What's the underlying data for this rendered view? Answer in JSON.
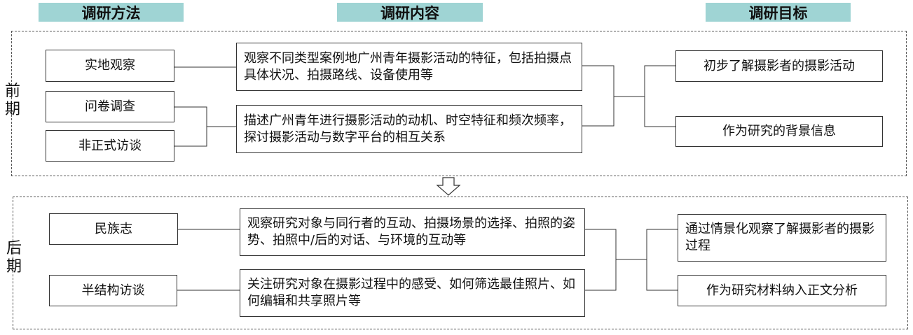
{
  "headers": {
    "method": "调研方法",
    "content": "调研内容",
    "goal": "调研目标"
  },
  "early": {
    "label": "前期",
    "methods": [
      "实地观察",
      "问卷调查",
      "非正式访谈"
    ],
    "contents": [
      "观察不同类型案例地广州青年摄影活动的特征，包括拍摄点具体状况、拍摄路线、设备使用等",
      "描述广州青年进行摄影活动的动机、时空特征和频次频率，探讨摄影活动与数字平台的相互关系"
    ],
    "goals": [
      "初步了解摄影者的摄影活动",
      "作为研究的背景信息"
    ]
  },
  "late": {
    "label": "后期",
    "methods": [
      "民族志",
      "半结构访谈"
    ],
    "contents": [
      "观察研究对象与同行者的互动、拍摄场景的选择、拍照的姿势、拍照中/后的对话、与环境的互动等",
      "关注研究对象在摄影过程中的感受、如何筛选最佳照片、如何编辑和共享照片等"
    ],
    "goals": [
      "通过情景化观察了解摄影者的摄影过程",
      "作为研究材料纳入正文分析"
    ]
  }
}
